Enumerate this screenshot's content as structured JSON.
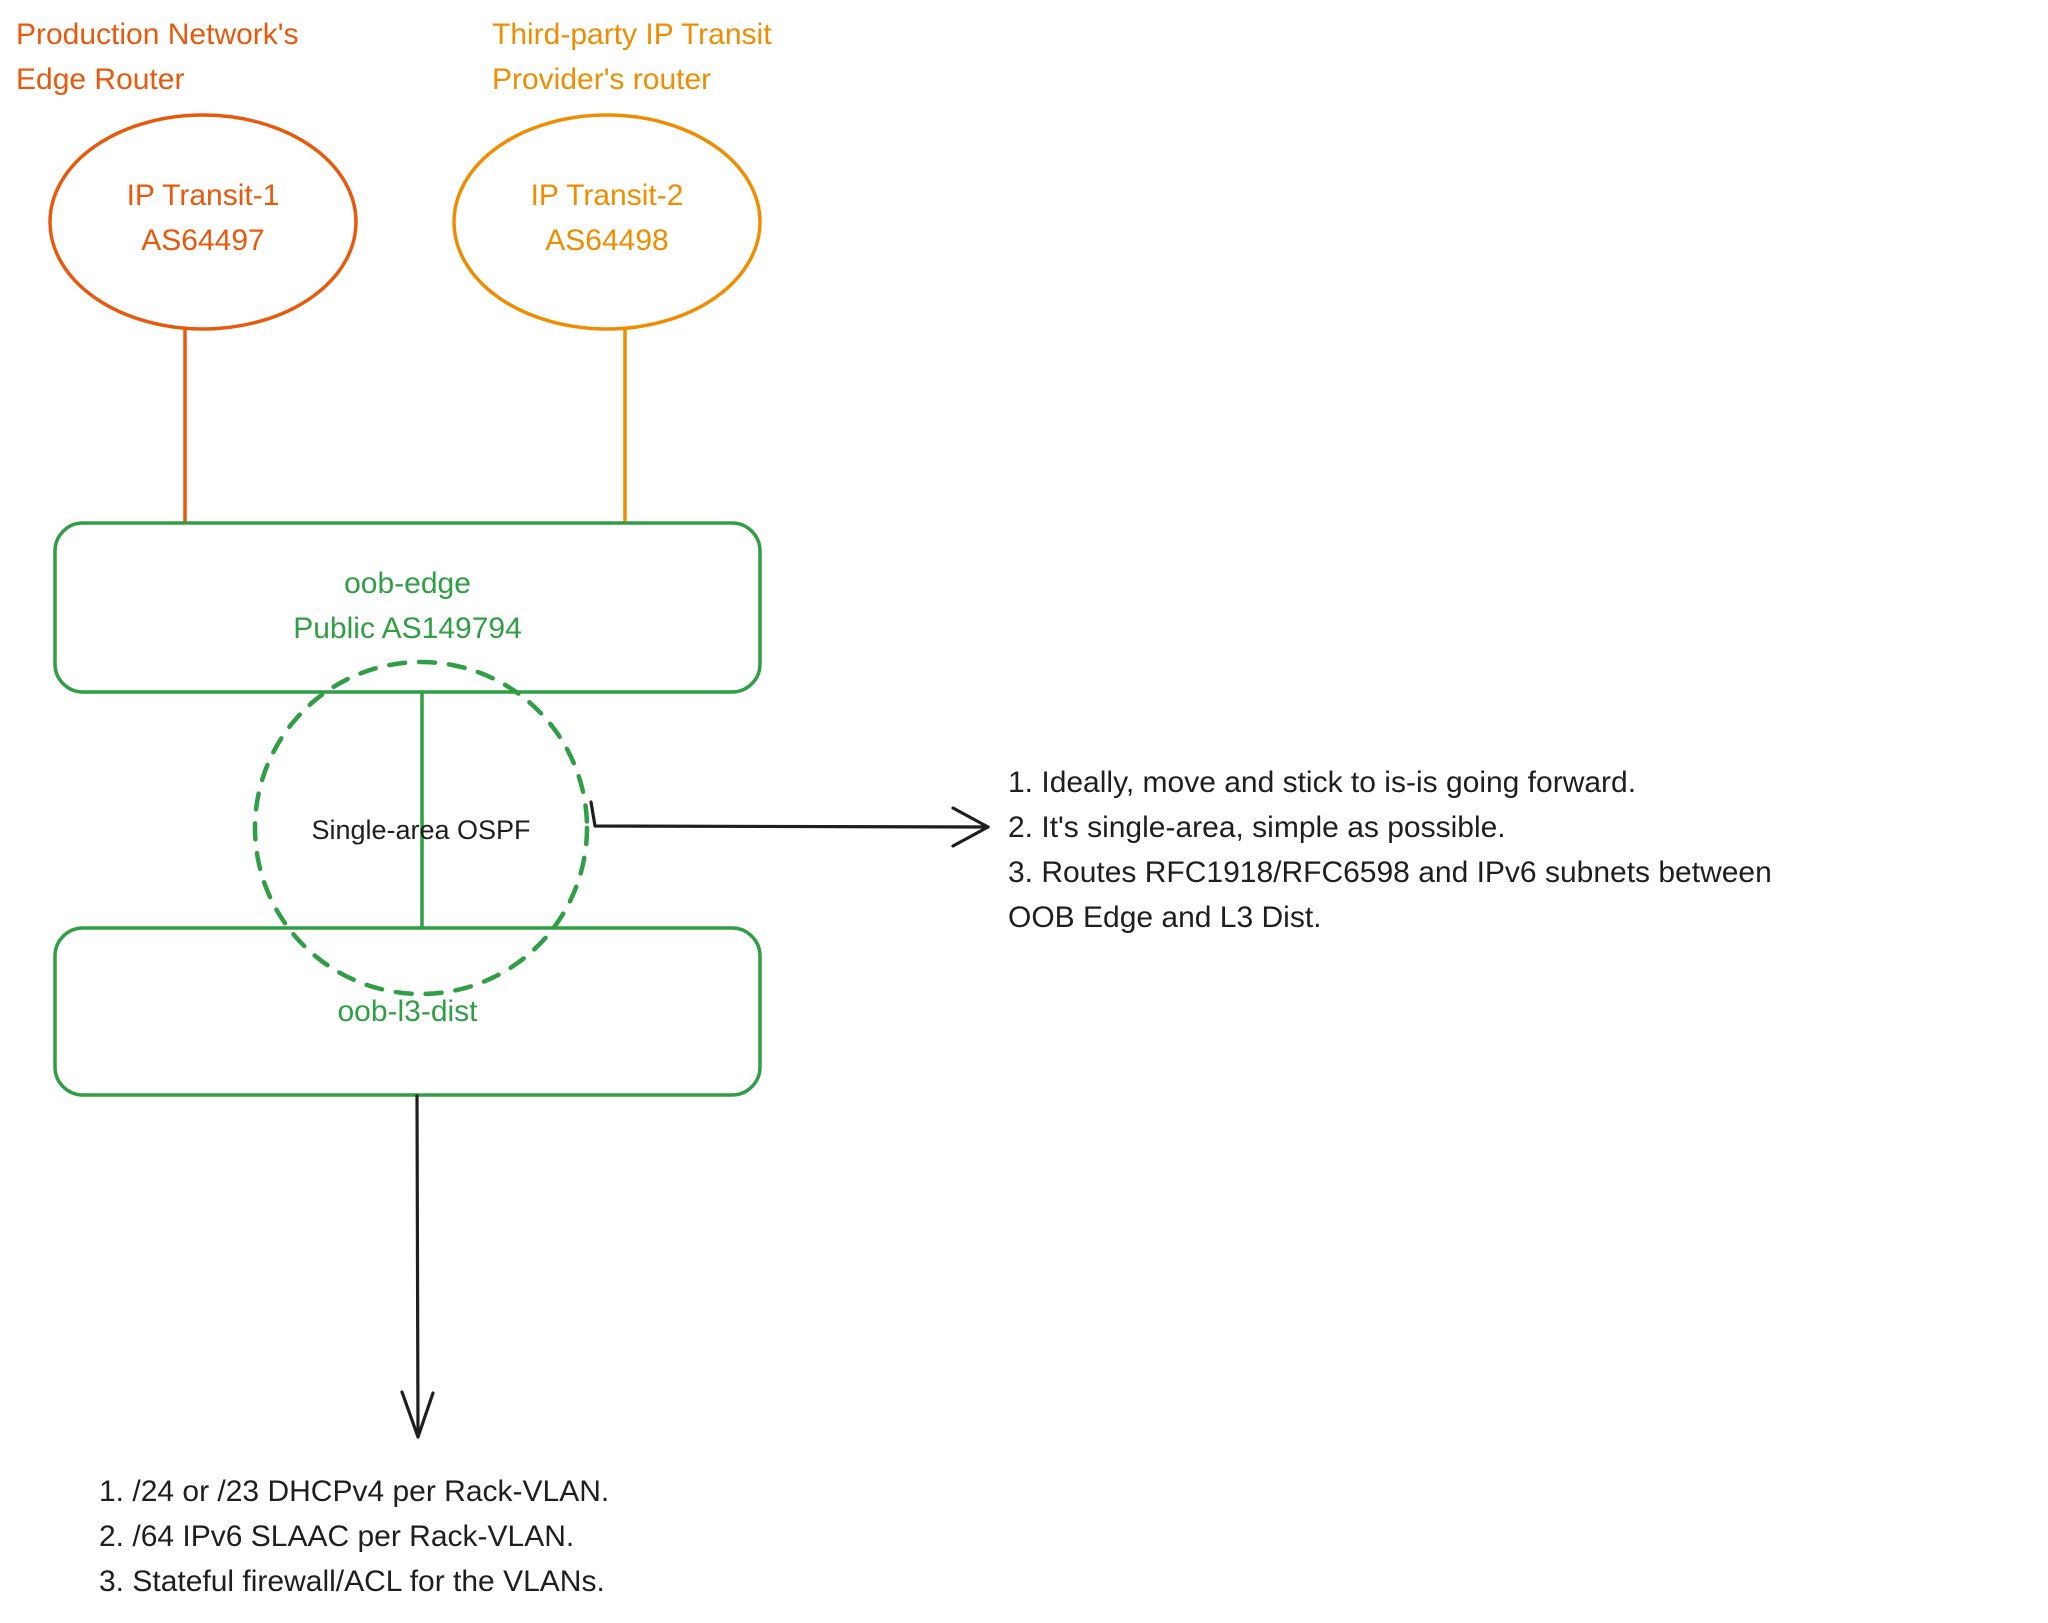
{
  "colors": {
    "red_orange": "#e8590c",
    "orange": "#f08c00",
    "green": "#2f9e44",
    "text_dark": "#1e1e1e"
  },
  "labels": {
    "production_router": [
      "Production Network's",
      "Edge Router"
    ],
    "third_party_router": [
      "Third-party IP Transit",
      "Provider's router"
    ]
  },
  "nodes": {
    "ip_transit_1": [
      "IP Transit-1",
      "AS64497"
    ],
    "ip_transit_2": [
      "IP Transit-2",
      "AS64498"
    ],
    "oob_edge": [
      "oob-edge",
      "Public AS149794"
    ],
    "oob_l3_dist": "oob-l3-dist",
    "ospf_zone": "Single-area OSPF"
  },
  "notes": {
    "ospf": [
      "1. Ideally, move and stick to is-is going forward.",
      "2. It's single-area, simple as possible.",
      "3. Routes RFC1918/RFC6598 and IPv6 subnets between",
      "OOB Edge and L3 Dist."
    ],
    "l3_dist": [
      "1. /24 or /23 DHCPv4 per Rack-VLAN.",
      "2. /64 IPv6 SLAAC per Rack-VLAN.",
      "3. Stateful firewall/ACL for the VLANs."
    ]
  }
}
